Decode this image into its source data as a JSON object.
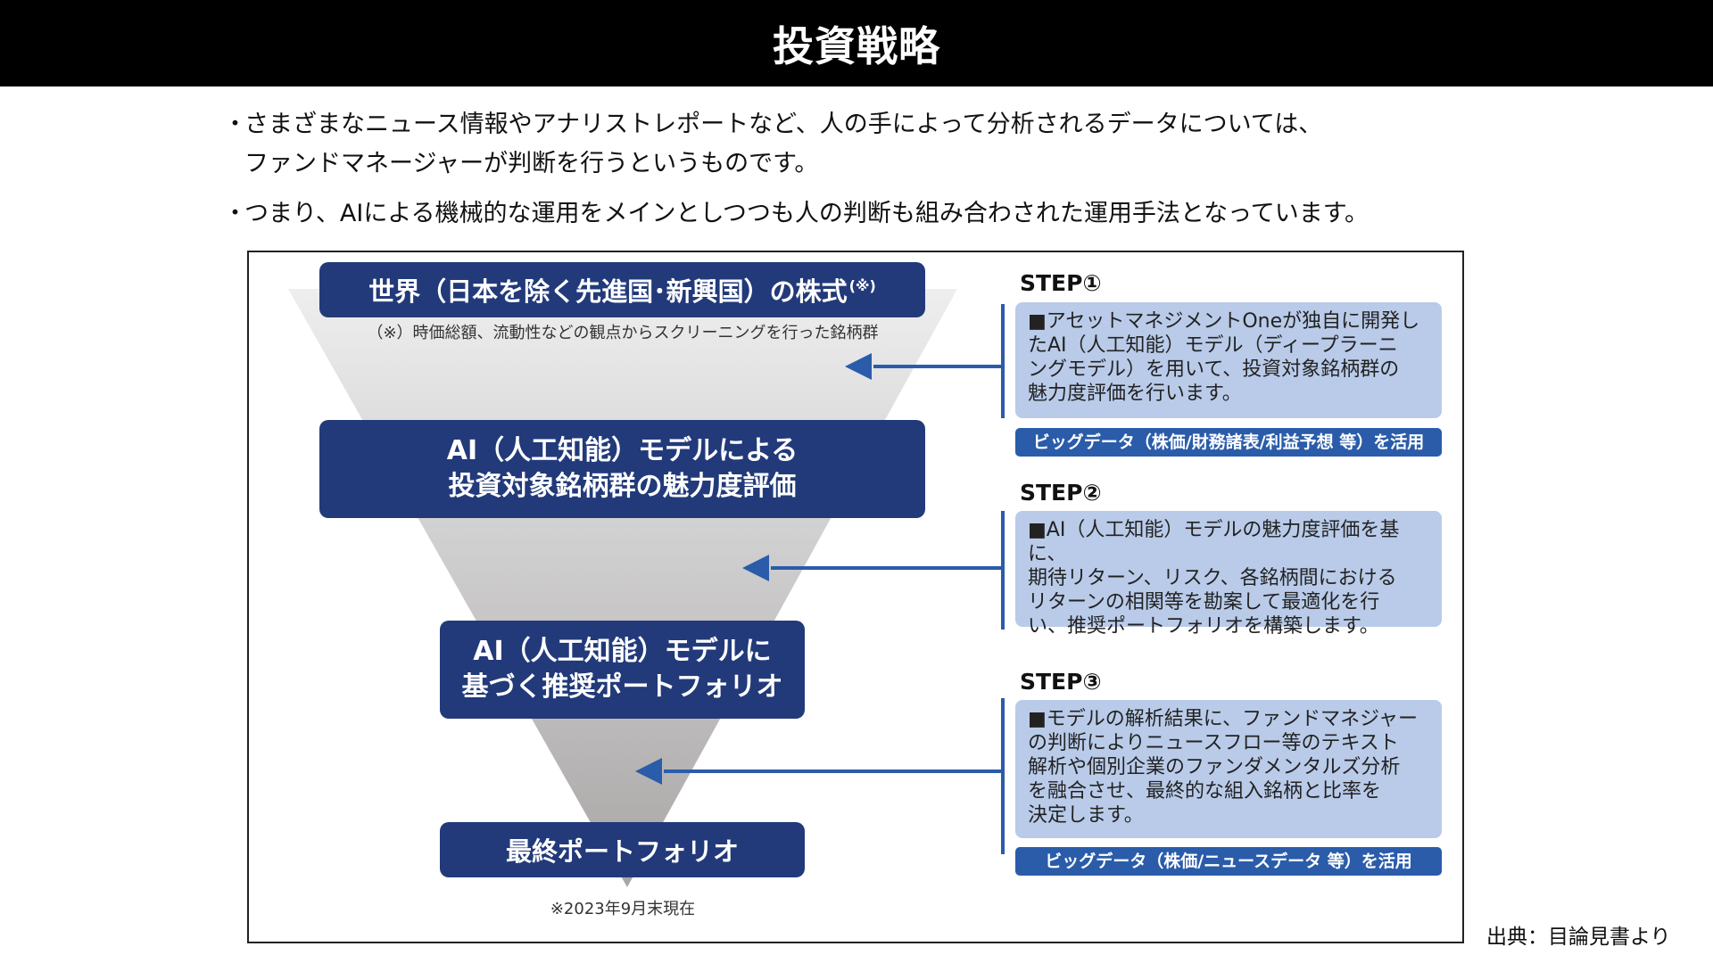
{
  "title": "投資戦略",
  "bullets": [
    {
      "marker": "・",
      "line1": "さまざまなニュース情報やアナリストレポートなど、人の手によって分析されるデータについては、",
      "line2": "ファンドマネージャーが判断を行うというものです。"
    },
    {
      "marker": "・",
      "line1": "つまり、AIによる機械的な運用をメインとしつつも人の判断も組み合わされた運用手法となっています。"
    }
  ],
  "funnel": {
    "universe": {
      "label": "世界（日本を除く先進国･新興国）の株式",
      "superscript": "(※)"
    },
    "screening_note": "（※）時価総額、流動性などの観点からスクリーニングを行った銘柄群",
    "ai_eval": {
      "line1": "AI（人工知能）モデルによる",
      "line2": "投資対象銘柄群の魅力度評価"
    },
    "ai_portfolio": {
      "line1": "AI（人工知能）モデルに",
      "line2": "基づく推奨ポートフォリオ"
    },
    "final": {
      "label": "最終ポートフォリオ"
    },
    "date_note": "※2023年9月末現在"
  },
  "steps": [
    {
      "label": "STEP①",
      "lines": [
        "■アセットマネジメントOneが独自に開発し",
        "たAI（人工知能）モデル（ディープラーニ",
        "ングモデル）を用いて、投資対象銘柄群の",
        "魅力度評価を行います。"
      ],
      "tag": "ビッグデータ（株価/財務諸表/利益予想 等）を活用"
    },
    {
      "label": "STEP②",
      "lines": [
        "■AI（人工知能）モデルの魅力度評価を基に、",
        "期待リターン、リスク、各銘柄間における",
        "リターンの相関等を勘案して最適化を行",
        "い、推奨ポートフォリオを構築します。"
      ]
    },
    {
      "label": "STEP③",
      "lines": [
        "■モデルの解析結果に、ファンドマネジャー",
        "の判断によりニュースフロー等のテキスト",
        "解析や個別企業のファンダメンタルズ分析",
        "を融合させ、最終的な組入銘柄と比率を",
        "決定します。"
      ],
      "tag": "ビッグデータ（株価/ニュースデータ 等）を活用"
    }
  ],
  "source": "出典：目論見書より",
  "colors": {
    "header_bg": "#000000",
    "navy_box": "#223a7a",
    "step_box": "#b9cbe9",
    "accent_blue": "#2a5caa"
  }
}
